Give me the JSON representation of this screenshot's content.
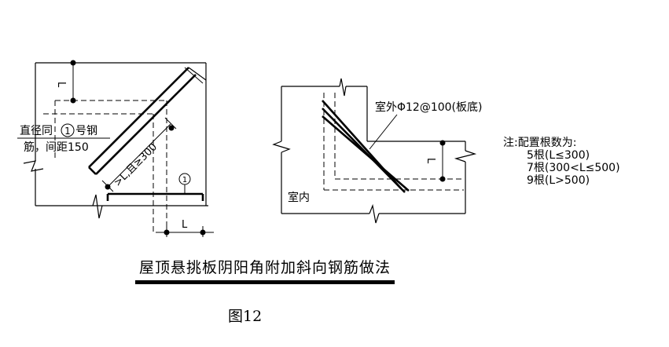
{
  "left_detail": {
    "dim_vertical": "L",
    "dim_horizontal": "L",
    "label_line1": "直径同",
    "label_circle": "1",
    "label_line1_tail": "号钢",
    "label_line2": "筋，间距150",
    "diagonal_dim": ">L,且≥300",
    "bar_marker": "1"
  },
  "right_detail": {
    "rebar_label": "室外Φ12@100(板底)",
    "dim_vertical": "L",
    "interior_label": "室内"
  },
  "notes": {
    "heading": "注:配置根数为:",
    "items": [
      "5根(L≤300)",
      "7根(300<L≤500)",
      "9根(L>500)"
    ]
  },
  "title": "屋顶悬挑板阴阳角附加斜向钢筋做法",
  "figure_label": "图12"
}
